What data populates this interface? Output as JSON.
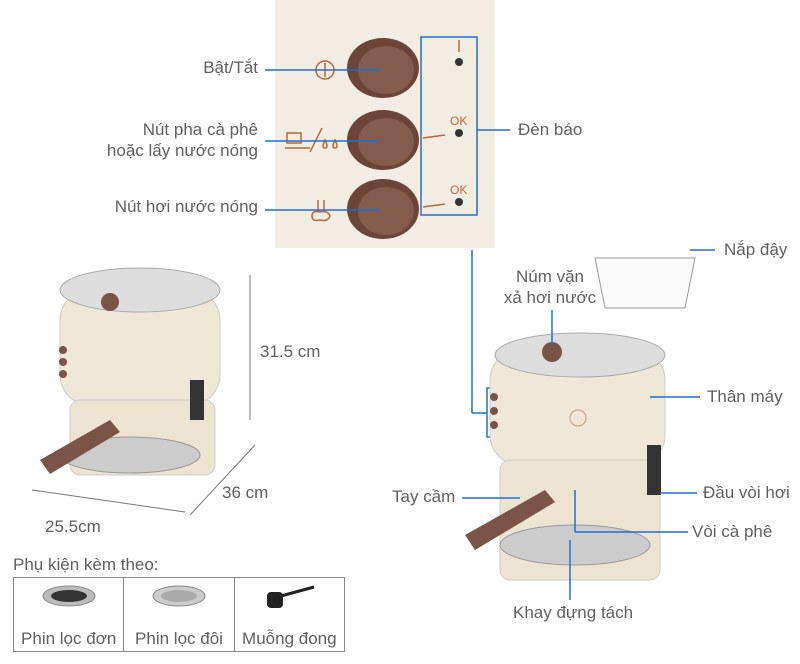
{
  "panel": {
    "labels": {
      "power": "Bật/Tắt",
      "brew_line1": "Nút pha cà phê",
      "brew_line2": "hoặc lấy nước nóng",
      "steam": "Nút hơi nước nóng",
      "indicator": "Đèn báo"
    },
    "indicator_marks": [
      "I",
      "OK",
      "OK"
    ]
  },
  "dimensions": {
    "height": "31.5 cm",
    "depth": "36 cm",
    "width": "25.5cm"
  },
  "parts": {
    "steam_knob_line1": "Núm vặn",
    "steam_knob_line2": "xả hơi nước",
    "lid": "Nắp đậy",
    "body": "Thân máy",
    "steam_nozzle": "Đầu vòi hơi",
    "coffee_spout": "Vòi cà phê",
    "handle": "Tay cầm",
    "drip_tray": "Khay đựng tách"
  },
  "accessories": {
    "title": "Phụ kiện kèm theo:",
    "items": [
      {
        "label": "Phin lọc đơn"
      },
      {
        "label": "Phin lọc đôi"
      },
      {
        "label": "Muỗng đong"
      }
    ]
  },
  "colors": {
    "accent": "#1f6fd6",
    "panel": "#f3ede1",
    "brown": "#7a5446",
    "cream": "#efe8d6"
  }
}
